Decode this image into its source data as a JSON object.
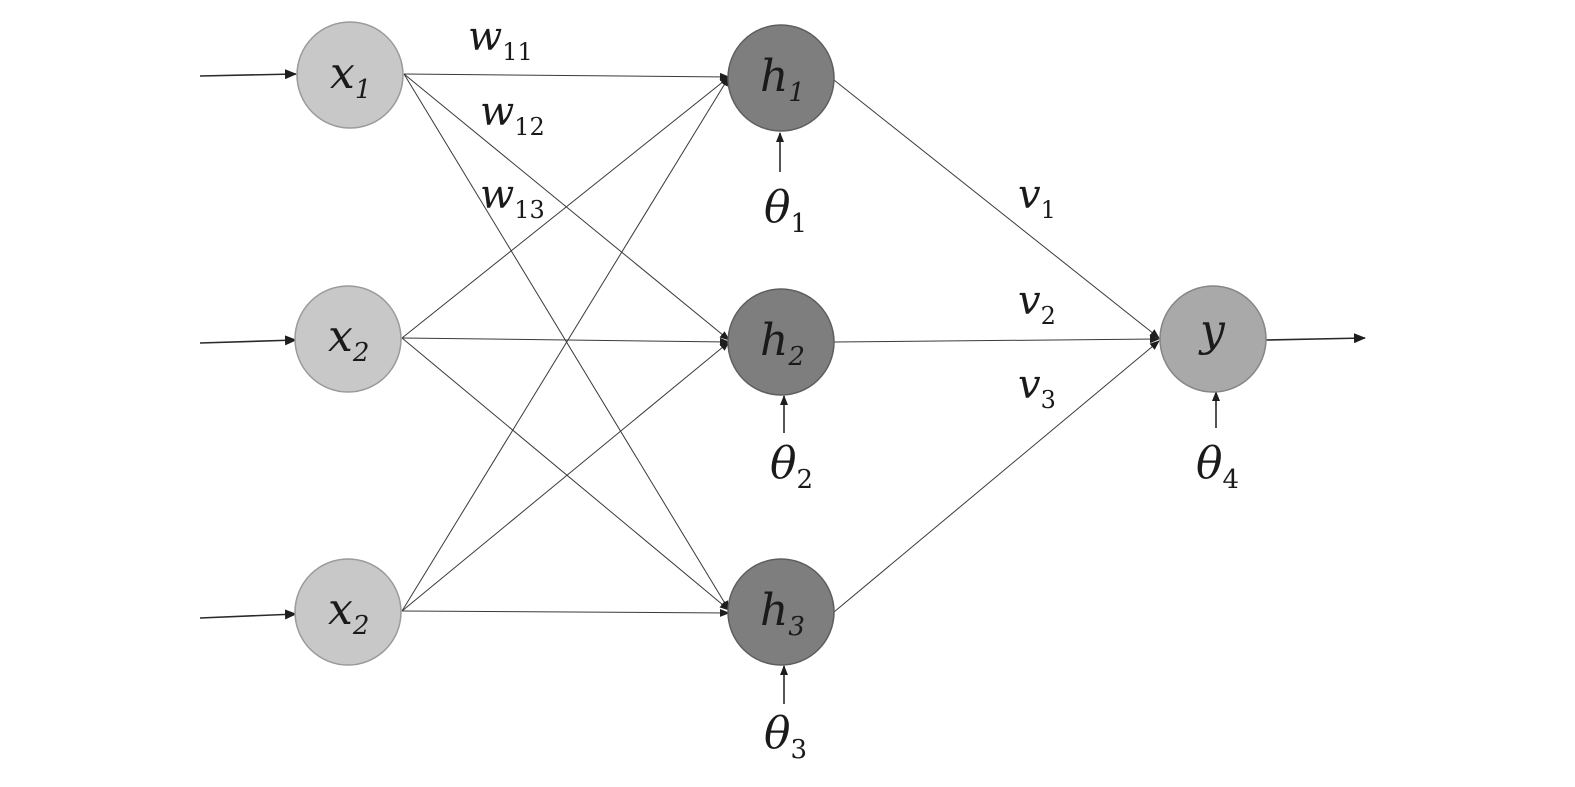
{
  "input_nodes": [
    {
      "symbol": "x",
      "subscript": "1"
    },
    {
      "symbol": "x",
      "subscript": "2"
    },
    {
      "symbol": "x",
      "subscript": "2"
    }
  ],
  "hidden_nodes": [
    {
      "symbol": "h",
      "subscript": "1",
      "bias": {
        "symbol": "θ",
        "subscript": "1"
      }
    },
    {
      "symbol": "h",
      "subscript": "2",
      "bias": {
        "symbol": "θ",
        "subscript": "2"
      }
    },
    {
      "symbol": "h",
      "subscript": "3",
      "bias": {
        "symbol": "θ",
        "subscript": "3"
      }
    }
  ],
  "output_node": {
    "symbol": "y",
    "bias": {
      "symbol": "θ",
      "subscript": "4"
    }
  },
  "input_weights": [
    {
      "symbol": "w",
      "subscript": "11"
    },
    {
      "symbol": "w",
      "subscript": "12"
    },
    {
      "symbol": "w",
      "subscript": "13"
    }
  ],
  "output_weights": [
    {
      "symbol": "v",
      "subscript": "1"
    },
    {
      "symbol": "v",
      "subscript": "2"
    },
    {
      "symbol": "v",
      "subscript": "3"
    }
  ],
  "colors": {
    "input_fill": "#c8c8c8",
    "hidden_fill": "#7e7e7e",
    "output_fill": "#a9a9a9",
    "line": "#3a3a3a"
  }
}
